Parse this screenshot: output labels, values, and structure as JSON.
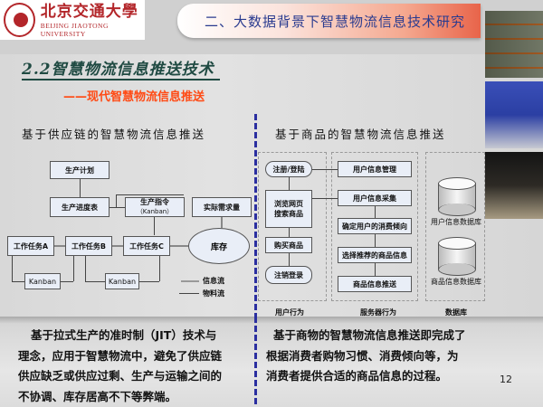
{
  "header": {
    "logo_cn": "北京交通大學",
    "logo_en": "BEIJING JIAOTONG UNIVERSITY",
    "title": "二、大数据背景下智慧物流信息技术研究"
  },
  "section": {
    "title": "2.2智慧物流信息推送技术",
    "subtitle": "——现代智慧物流信息推送"
  },
  "left": {
    "heading": "基于供应链的智慧物流信息推送",
    "diagram": {
      "boxes": {
        "plan": "生产计划",
        "schedule": "生产进度表",
        "order_line1": "生产指令",
        "order_line2": "（Kanban）",
        "demand": "实际需求量",
        "task_a": "工作任务A",
        "task_b": "工作任务B",
        "task_c": "工作任务C",
        "inventory": "库存",
        "kanban1": "Kanban",
        "kanban2": "Kanban"
      },
      "legend": {
        "info_flow": "信息流",
        "material_flow": "物料流"
      }
    },
    "paragraph": [
      "基于拉式生产的准时制（JIT）技术与",
      "理念，应用于智慧物流中，避免了供应链",
      "供应缺乏或供应过剩、生产与运输之间的",
      "不协调、库存居高不下等弊端。"
    ]
  },
  "right": {
    "heading": "基于商品的智慧物流信息推送",
    "diagram": {
      "user": {
        "login": "注册/登陆",
        "browse_line1": "浏览网页",
        "browse_line2": "搜索商品",
        "buy": "购买商品",
        "logout": "注销登录",
        "label": "用户行为"
      },
      "server": {
        "manage": "用户信息管理",
        "collect": "用户信息采集",
        "determine": "确定用户的消费倾向",
        "select": "选择推荐的商品信息",
        "push": "商品信息推送",
        "label": "服务器行为"
      },
      "database": {
        "user_db": "用户信息数据库",
        "goods_db": "商品信息数据库",
        "label": "数据库"
      }
    },
    "paragraph": [
      "基于商物的智慧物流信息推送即完成了",
      "根据消费者购物习惯、消费倾向等，为",
      "消费者提供合适的商品信息的过程。"
    ]
  },
  "page_number": "12",
  "colors": {
    "header_text": "#2a3b8f",
    "subtitle": "#ff4a14",
    "section_title": "#1f4a42",
    "divider": "#2b2fa0",
    "logo": "#b3262a"
  }
}
